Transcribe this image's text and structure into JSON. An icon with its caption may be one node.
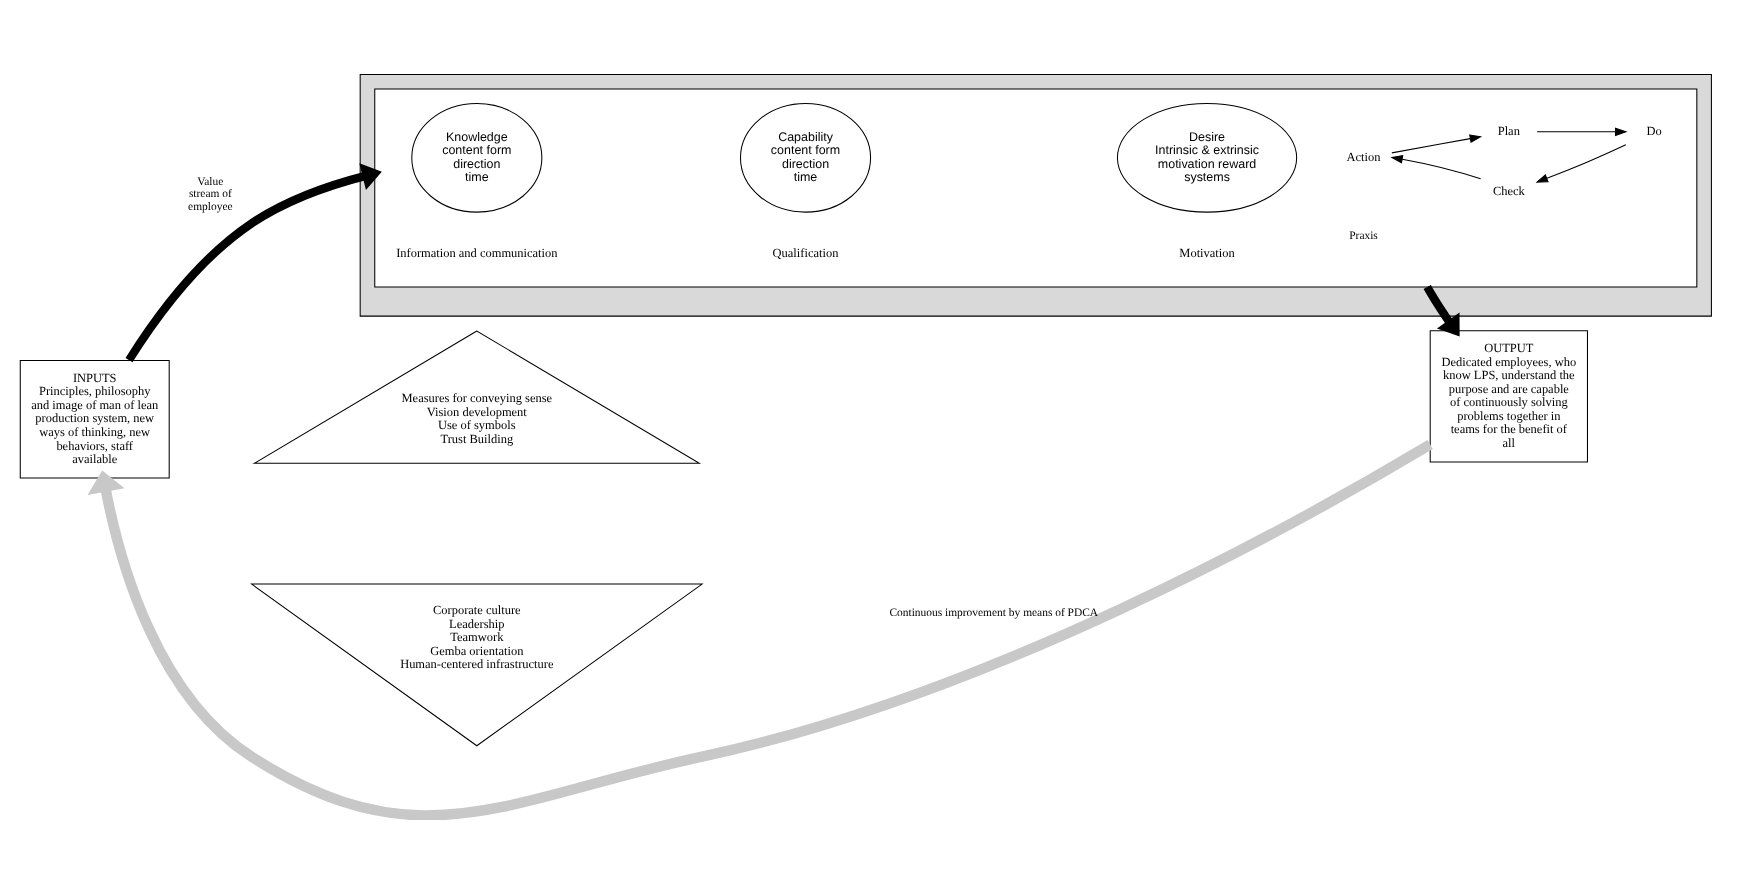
{
  "diagram": {
    "nodes": [
      {
        "text": [
          "INPUTS",
          "Principles, philosophy and image of man of lean production system, new ways of thinking, new behaviors, staff available"
        ]
      },
      {
        "text": [],
        "shape": "box"
      },
      {
        "text": [],
        "shape": "box",
        "in": 1
      },
      {
        "text": [
          "Knowledge",
          "content form direction time"
        ],
        "beside": [
          "Information and communication"
        ],
        "in": 2
      },
      {
        "text": [
          "Capability",
          "content form direction time"
        ],
        "beside": [
          "Qualification"
        ],
        "in": 2
      },
      {
        "text": [
          "Desire",
          "Intrinsic & extrinsic motivation reward systems"
        ],
        "beside": [
          "Motivation"
        ],
        "in": 2
      },
      {
        "text": [
          "Plan"
        ],
        "in": 2
      },
      {
        "text": [
          "Do"
        ],
        "in": 2
      },
      {
        "text": [
          "Check"
        ],
        "in": 2
      },
      {
        "text": [
          "Action"
        ],
        "in": 2
      },
      {
        "text": [
          "OUTPUT",
          "Dedicated employees, who know LPS, understand the purpose and are capable of continuously solving problems together in teams for the benefit of all"
        ]
      },
      {
        "text": [
          "Measures for conveying sense",
          "Vision development",
          "Use of symbols",
          "Trust Building"
        ]
      },
      {
        "text": [
          "Corporate culture",
          "Leadership",
          "Teamwork",
          "Gemba orientation",
          "Human-centered infrastructure"
        ]
      }
    ],
    "edges": [
      {
        "from": 0,
        "to": 2,
        "arrow": "to",
        "label": "Value stream of employee",
        "style": "thick"
      },
      {
        "from": 2,
        "to": 10,
        "arrow": "to",
        "style": "thick"
      },
      {
        "from": 6,
        "to": 7,
        "arrow": "to"
      },
      {
        "from": 7,
        "to": 8,
        "arrow": "to"
      },
      {
        "from": 8,
        "to": 9,
        "arrow": "to"
      },
      {
        "from": 9,
        "to": 6,
        "arrow": "to"
      },
      {
        "from": 10,
        "to": 0,
        "arrow": "to",
        "label": "Continuous improvement by means of PDCA",
        "style": "thick",
        "color": "#c8c8c8"
      }
    ],
    "labels": [
      "Praxis"
    ]
  }
}
